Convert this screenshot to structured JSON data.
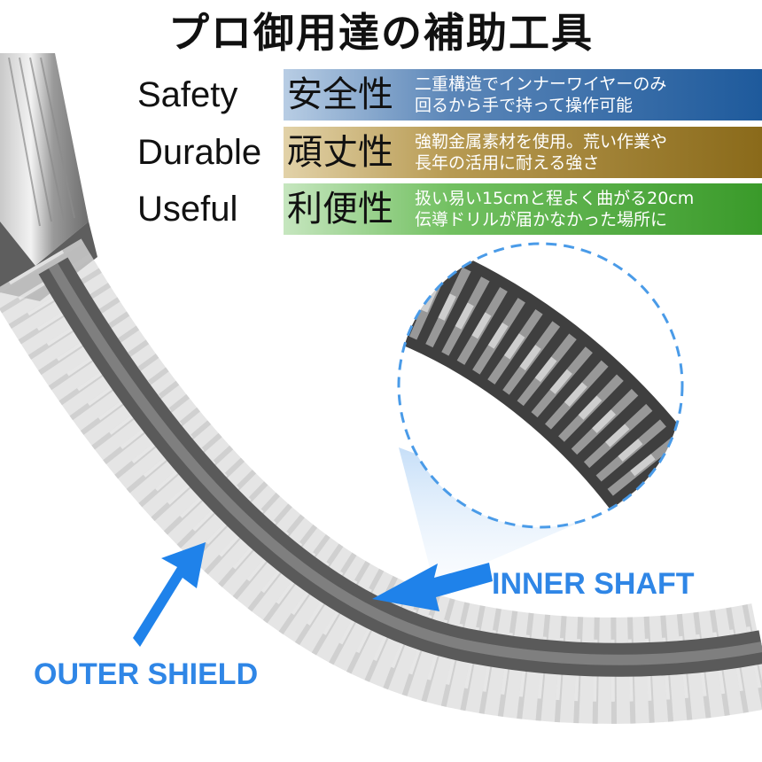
{
  "title": "プロ御用達の補助工具",
  "features": [
    {
      "label": "Safety",
      "name": "安全性",
      "desc_line1": "二重構造でインナーワイヤーのみ",
      "desc_line2": "回るから手で持って操作可能",
      "color": "#1e5a9c"
    },
    {
      "label": "Durable",
      "name": "頑丈性",
      "desc_line1": "強靭金属素材を使用。荒い作業や",
      "desc_line2": "長年の活用に耐える強さ",
      "color": "#8a6a1a"
    },
    {
      "label": "Useful",
      "name": "利便性",
      "desc_line1": "扱い易い15cmと程よく曲がる20cm",
      "desc_line2": "伝導ドリルが届かなかった場所に",
      "color": "#3a9a2a"
    }
  ],
  "callouts": {
    "inner": "INNER SHAFT",
    "outer": "OUTER SHIELD"
  },
  "colors": {
    "callout_blue": "#2f86e6",
    "arrow_blue": "#1f82ea"
  },
  "icons": {
    "outer_arrow": "arrow-up-right-icon",
    "inner_arrow": "arrow-left-icon"
  }
}
